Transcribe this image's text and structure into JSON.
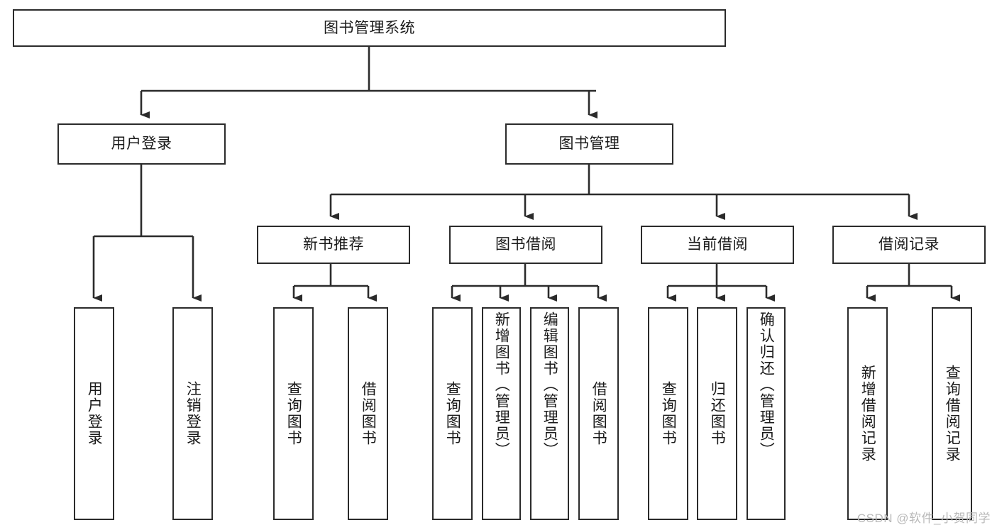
{
  "diagram": {
    "type": "tree-hierarchy",
    "title": "图书管理系统",
    "root": {
      "id": "root",
      "label": "图书管理系统",
      "orientation": "horizontal"
    },
    "level1": [
      {
        "id": "user-login",
        "label": "用户登录",
        "orientation": "horizontal"
      },
      {
        "id": "book-management",
        "label": "图书管理",
        "orientation": "horizontal"
      }
    ],
    "level2": [
      {
        "id": "new-book-recommend",
        "label": "新书推荐",
        "orientation": "horizontal",
        "parent": "book-management"
      },
      {
        "id": "book-borrow",
        "label": "图书借阅",
        "orientation": "horizontal",
        "parent": "book-management"
      },
      {
        "id": "current-borrow",
        "label": "当前借阅",
        "orientation": "horizontal",
        "parent": "book-management"
      },
      {
        "id": "borrow-record",
        "label": "借阅记录",
        "orientation": "horizontal",
        "parent": "book-management"
      }
    ],
    "leaves": [
      {
        "id": "leaf-user-login",
        "label": "用户登录",
        "parent": "user-login",
        "orientation": "vertical"
      },
      {
        "id": "leaf-user-logout",
        "label": "注销登录",
        "parent": "user-login",
        "orientation": "vertical"
      },
      {
        "id": "leaf-query-book-1",
        "label": "查询图书",
        "parent": "new-book-recommend",
        "orientation": "vertical"
      },
      {
        "id": "leaf-borrow-book-1",
        "label": "借阅图书",
        "parent": "new-book-recommend",
        "orientation": "vertical"
      },
      {
        "id": "leaf-query-book-2",
        "label": "查询图书",
        "parent": "book-borrow",
        "orientation": "vertical"
      },
      {
        "id": "leaf-add-book",
        "label": "新增图书（管理员）",
        "parent": "book-borrow",
        "orientation": "vertical"
      },
      {
        "id": "leaf-edit-book",
        "label": "编辑图书（管理员）",
        "parent": "book-borrow",
        "orientation": "vertical"
      },
      {
        "id": "leaf-borrow-book-2",
        "label": "借阅图书",
        "parent": "book-borrow",
        "orientation": "vertical"
      },
      {
        "id": "leaf-query-book-3",
        "label": "查询图书",
        "parent": "current-borrow",
        "orientation": "vertical"
      },
      {
        "id": "leaf-return-book",
        "label": "归还图书",
        "parent": "current-borrow",
        "orientation": "vertical"
      },
      {
        "id": "leaf-confirm-return",
        "label": "确认归还（管理员）",
        "parent": "current-borrow",
        "orientation": "vertical"
      },
      {
        "id": "leaf-add-record",
        "label": "新增借阅记录",
        "parent": "borrow-record",
        "orientation": "vertical"
      },
      {
        "id": "leaf-query-record",
        "label": "查询借阅记录",
        "parent": "borrow-record",
        "orientation": "vertical"
      }
    ]
  },
  "watermark": {
    "text": "CSDN @软件_小贺同学"
  },
  "colors": {
    "box_border": "#2b2b2b",
    "box_fill": "#ffffff",
    "connector": "#2b2b2b",
    "text": "#1a1a1a",
    "watermark": "#b9b9b9",
    "background": "#ffffff"
  }
}
